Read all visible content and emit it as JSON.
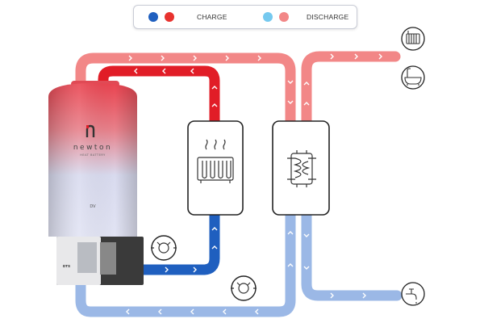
{
  "legend": {
    "charge_label": "CHARGE",
    "discharge_label": "DISCHARGE",
    "charge_colors": [
      "#1f5fbf",
      "#e8322e"
    ],
    "discharge_colors": [
      "#75c9ef",
      "#f28787"
    ]
  },
  "tank": {
    "brand": "newton",
    "brand_sub": "HEAT BATTERY",
    "capacity": "DV",
    "unit_label": "DTS"
  },
  "colors": {
    "charge_hot": "#e11d27",
    "charge_cold": "#1f5fbf",
    "discharge_hot": "#f28787",
    "discharge_cold": "#9bb8e6"
  },
  "icons": [
    "heater-icon",
    "heat-exchanger-icon",
    "pump-icon",
    "radiator-icon",
    "bathtub-icon",
    "tap-icon"
  ]
}
